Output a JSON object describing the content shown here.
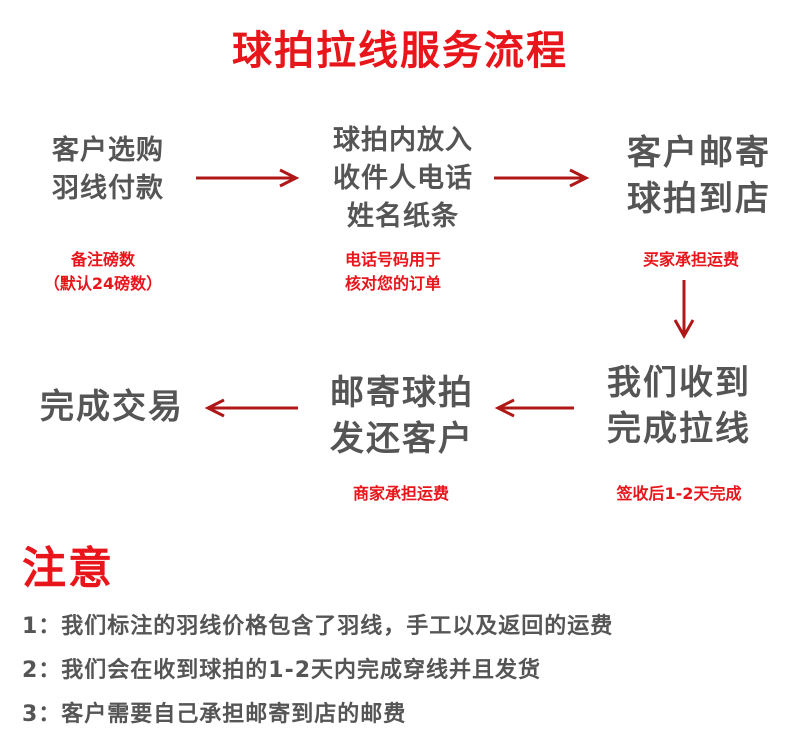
{
  "title": "球拍拉线服务流程",
  "steps": {
    "s1": {
      "lines": [
        "客户选购",
        "羽线付款"
      ],
      "note": [
        "备注磅数",
        "（默认24磅数）"
      ]
    },
    "s2": {
      "lines": [
        "球拍内放入",
        "收件人电话",
        "姓名纸条"
      ],
      "note": [
        "电话号码用于",
        "核对您的订单"
      ]
    },
    "s3": {
      "lines": [
        "客户邮寄",
        "球拍到店"
      ],
      "note": [
        "买家承担运费"
      ]
    },
    "s4": {
      "lines": [
        "我们收到",
        "完成拉线"
      ],
      "note": [
        "签收后1-2天完成"
      ]
    },
    "s5": {
      "lines": [
        "邮寄球拍",
        "发还客户"
      ],
      "note": [
        "商家承担运费"
      ]
    },
    "s6": {
      "lines": [
        "完成交易"
      ]
    }
  },
  "colors": {
    "accent": "#e8151b",
    "arrow": "#b01818",
    "text": "#555555"
  },
  "notice": {
    "heading": "注意",
    "items": [
      "1：我们标注的羽线价格包含了羽线，手工以及返回的运费",
      "2：我们会在收到球拍的1-2天内完成穿线并且发货",
      "3：客户需要自己承担邮寄到店的邮费"
    ]
  }
}
